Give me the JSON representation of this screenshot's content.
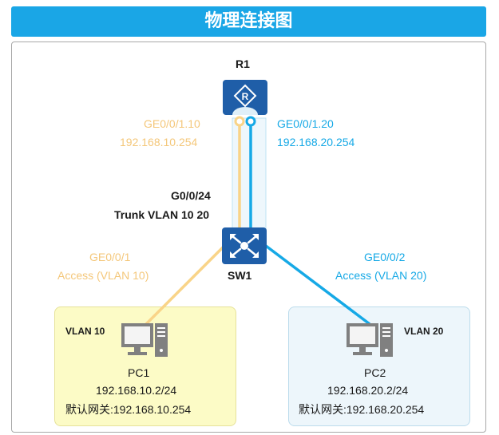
{
  "title": "物理连接图",
  "router": {
    "name": "R1",
    "sub_left": {
      "iface": "GE0/0/1.10",
      "ip": "192.168.10.254"
    },
    "sub_right": {
      "iface": "GE0/0/1.20",
      "ip": "192.168.20.254"
    }
  },
  "switch": {
    "name": "SW1",
    "uplink_iface": "G0/0/24",
    "uplink_mode": "Trunk VLAN 10 20",
    "port_left": {
      "iface": "GE0/0/1",
      "mode": "Access (VLAN 10)"
    },
    "port_right": {
      "iface": "GE0/0/2",
      "mode": "Access (VLAN 20)"
    }
  },
  "pc1": {
    "vlan": "VLAN 10",
    "name": "PC1",
    "ip": "192.168.10.2/24",
    "gateway": "默认网关:192.168.10.254"
  },
  "pc2": {
    "vlan": "VLAN 20",
    "name": "PC2",
    "ip": "192.168.20.2/24",
    "gateway": "默认网关:192.168.20.254"
  },
  "colors": {
    "banner": "#1aa6e6",
    "vlan10": "#f9d488",
    "vlan20": "#16a9e6",
    "device": "#1f5ea8",
    "vlan10_box": "#fcfbc6",
    "vlan20_box": "#edf6fb"
  }
}
